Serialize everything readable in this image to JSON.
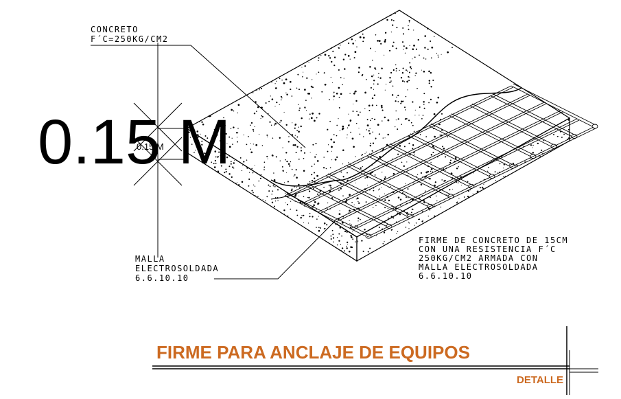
{
  "labels": {
    "concrete_line1": "CONCRETO",
    "concrete_line2": "F´C=250KG/CM2",
    "thickness_big": "0.15 M",
    "thickness_small": "0.15 M",
    "mesh_line1": "MALLA",
    "mesh_line2": "ELECTROSOLDADA",
    "mesh_line3": "6.6.10.10",
    "desc_line1": "FIRME DE CONCRETO DE 15CM",
    "desc_line2": "CON UNA RESISTENCIA F´C",
    "desc_line3": "250KG/CM2 ARMADA CON",
    "desc_line4": "MALLA ELECTROSOLDADA",
    "desc_line5": "6.6.10.10"
  },
  "title_block": {
    "title": "FIRME PARA ANCLAJE DE EQUIPOS",
    "subtitle": "DETALLE"
  },
  "colors": {
    "title": "#cc6a21",
    "line": "#000000"
  }
}
